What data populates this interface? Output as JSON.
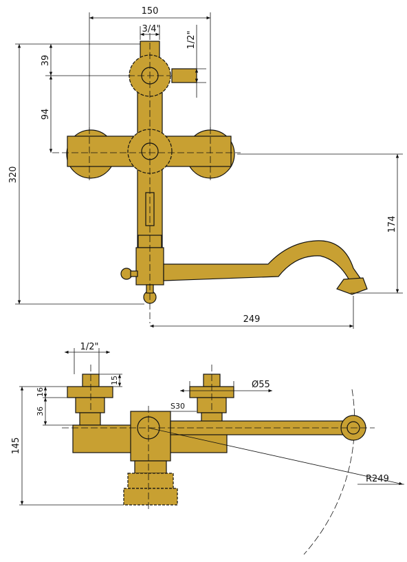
{
  "colors": {
    "gold": "#C8A032",
    "line": "#111111",
    "background": "#ffffff"
  },
  "front_view": {
    "dim_width": "150",
    "dim_inlet_thread": "3/4\"",
    "dim_outlet_thread": "1/2\"",
    "dim_top_offset": "39",
    "dim_upper_spacing": "94",
    "dim_total_height": "320",
    "dim_spout_height": "174",
    "dim_spout_reach": "249"
  },
  "side_view": {
    "dim_thread": "1/2\"",
    "dim_nut_height": "15",
    "dim_collar_height": "16",
    "dim_body_offset": "36",
    "dim_total_depth": "145",
    "dim_diameter": "Ø55",
    "dim_wrench": "S30",
    "dim_radius": "R249"
  }
}
